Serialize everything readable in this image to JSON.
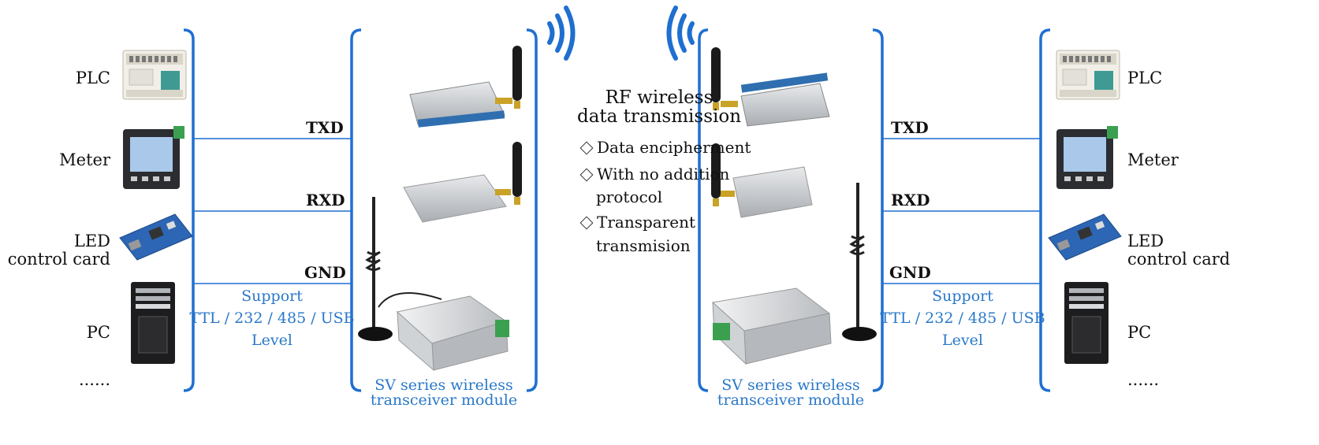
{
  "left_devices": [
    "PLC",
    "Meter",
    "LED",
    "control card",
    "PC",
    "......"
  ],
  "right_devices": [
    "PLC",
    "Meter",
    "LED",
    "control card",
    "PC",
    "......"
  ],
  "signals": {
    "txd": "TXD",
    "rxd": "RXD",
    "gnd": "GND"
  },
  "support": {
    "line1": "Support",
    "line2": "TTL / 232 / 485 / USB",
    "line3": "Level"
  },
  "module_caption": {
    "line1": "SV series wireless",
    "line2": "transceiver module"
  },
  "center": {
    "title_line1": "RF wireless",
    "title_line2": "data transmission",
    "features": [
      "Data encipherment",
      "With no addition",
      "protocol",
      "Transparent",
      "transmision"
    ]
  },
  "colors": {
    "accent": "#1f6fd0",
    "caption_blue": "#2a78c8",
    "line": "#1f6fd0"
  },
  "icons": [
    "plc-icon",
    "meter-icon",
    "led-card-icon",
    "pc-tower-icon",
    "rf-module-icon",
    "rf-modem-icon",
    "rf-box-icon",
    "wireless-signal-icon"
  ]
}
